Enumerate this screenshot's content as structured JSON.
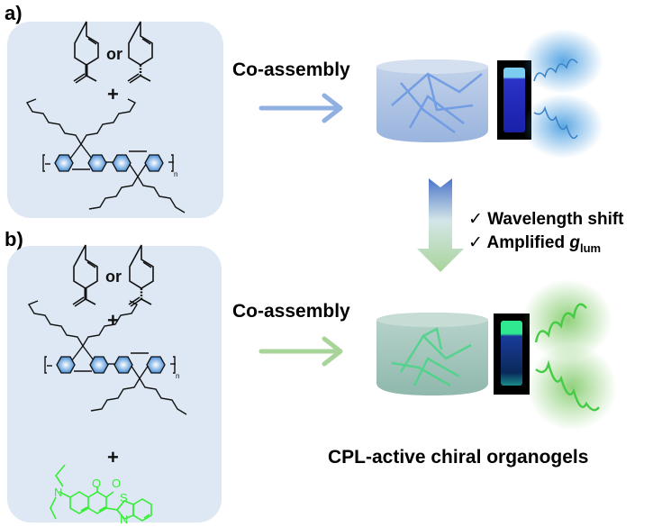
{
  "panels": [
    {
      "label": "a)",
      "or_text": "or",
      "plus_signs": [
        "+"
      ],
      "polymer_repeat_subscript": "n",
      "components": [
        "limonene (R)",
        "limonene (S)",
        "polyfluorene"
      ],
      "assembly_label": "Co-assembly",
      "arrow_color": "#8fb0e0",
      "glow_color": "#4a9ee0"
    },
    {
      "label": "b)",
      "or_text": "or",
      "plus_signs": [
        "+",
        "+"
      ],
      "polymer_repeat_subscript": "n",
      "components": [
        "limonene (R)",
        "limonene (S)",
        "polyfluorene",
        "coumarin-benzothiazole dye"
      ],
      "dye_atoms": [
        "N",
        "O",
        "O",
        "S",
        "N"
      ],
      "assembly_label": "Co-assembly",
      "arrow_color": "#a8d49a",
      "glow_color": "#7cc864",
      "dye_color": "#33ee33"
    }
  ],
  "transition": {
    "features": [
      {
        "check": "✓",
        "text": "Wavelength shift"
      },
      {
        "check": "✓",
        "text": "Amplified ",
        "italic": "g",
        "subscript": "lum"
      }
    ],
    "gradient_top": "#4a74c8",
    "gradient_bottom": "#a8d49a"
  },
  "footer_title": "CPL-active chiral organogels",
  "colors": {
    "panel_bg": "#dde8f4",
    "ring_fill": "#6aaae6"
  }
}
